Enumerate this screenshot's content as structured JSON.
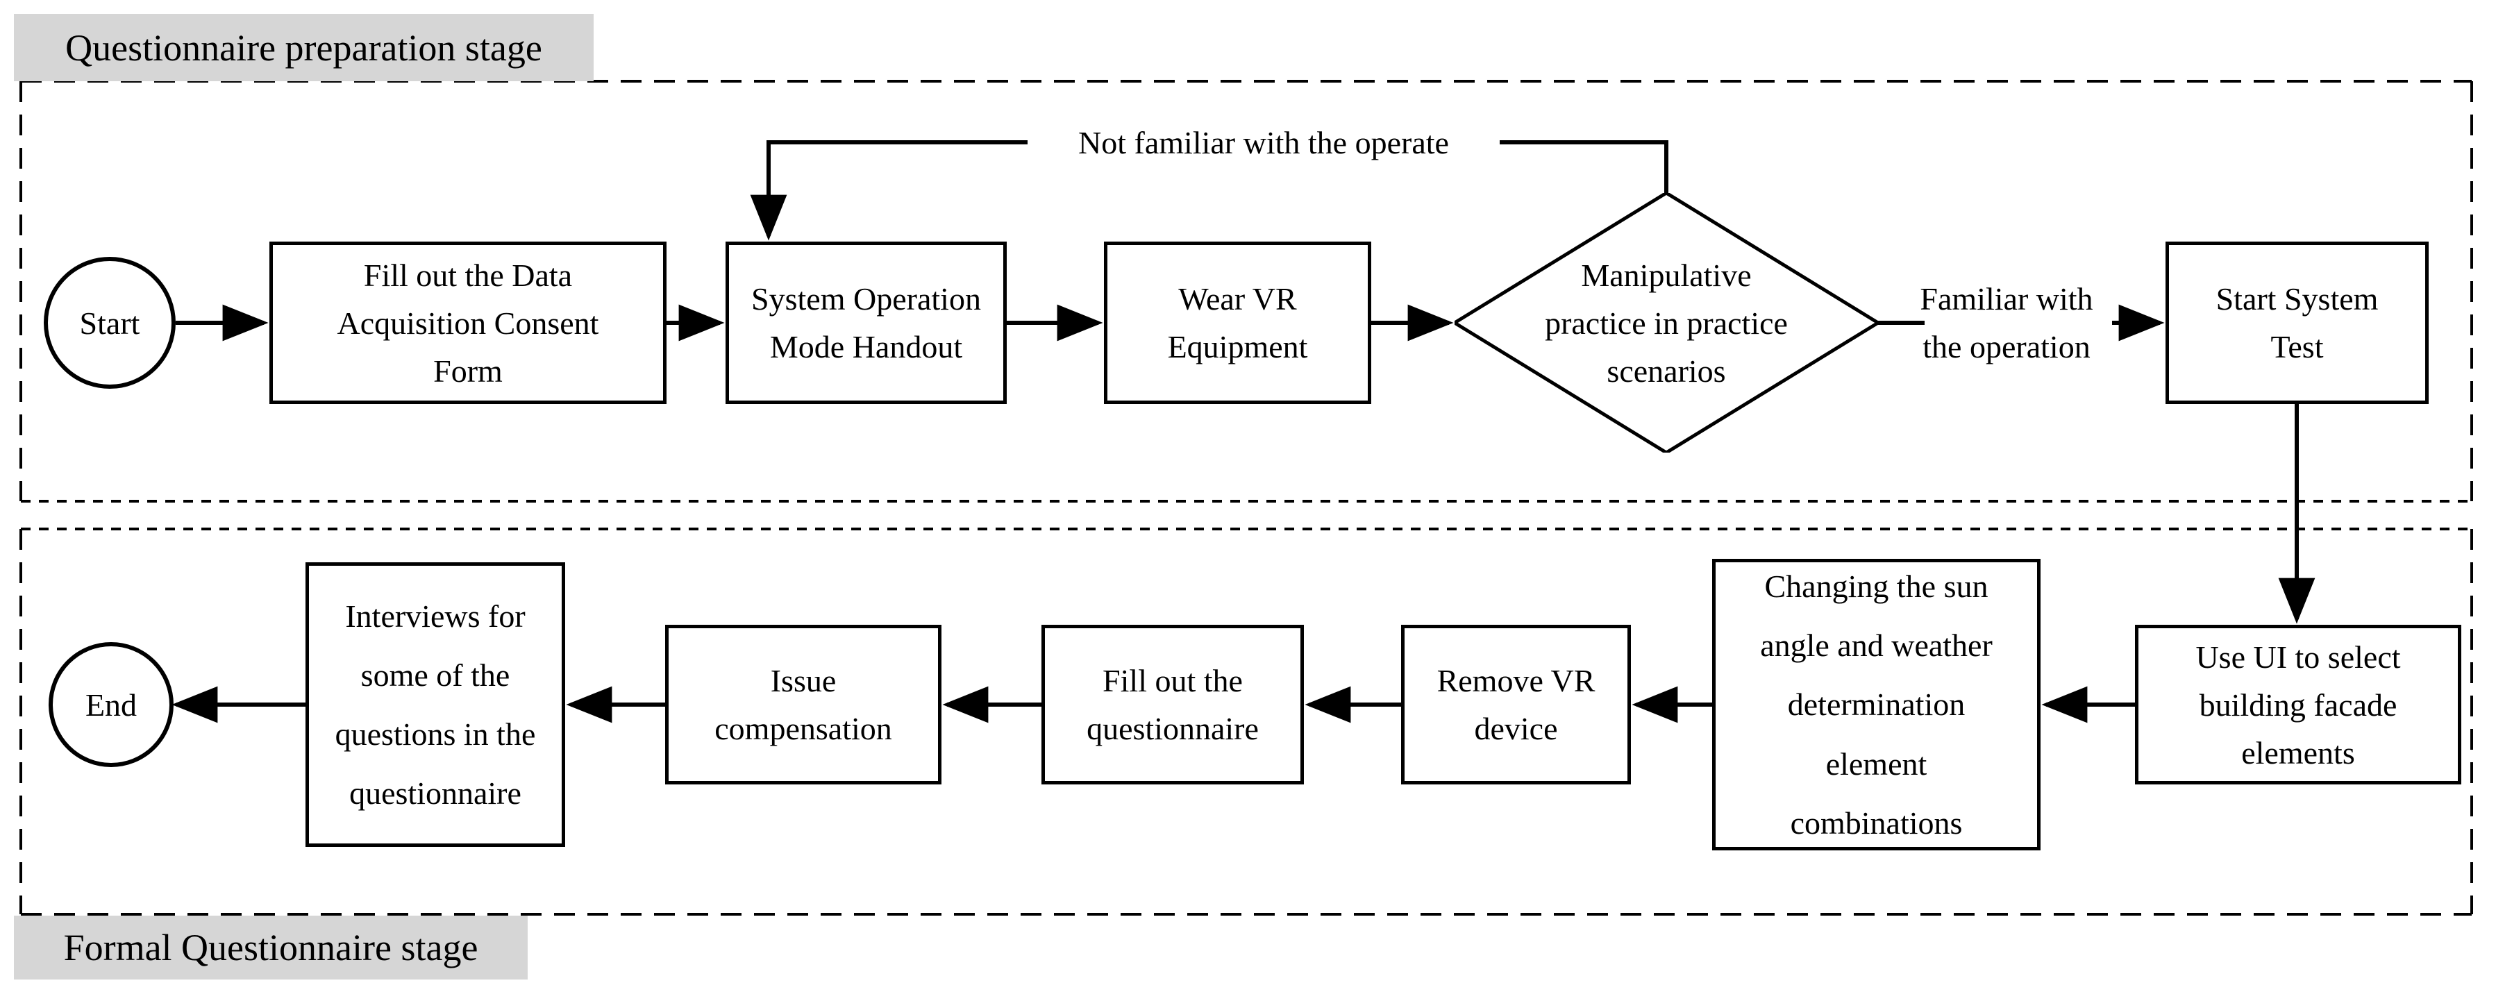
{
  "stage_labels": {
    "preparation": "Questionnaire preparation stage",
    "formal": "Formal Questionnaire stage"
  },
  "nodes": {
    "start": "Start",
    "consent_form": "Fill out the Data\nAcquisition Consent\nForm",
    "handout": "System Operation\nMode Handout",
    "wear_vr": "Wear VR\nEquipment",
    "practice_decision": "Manipulative\npractice in practice\nscenarios",
    "system_test": "Start System\nTest",
    "select_facade": "Use UI to select\nbuilding facade\nelements",
    "sun_weather": "Changing the sun\nangle and weather\ndetermination\nelement\ncombinations",
    "remove_vr": "Remove VR\ndevice",
    "fill_questionnaire": "Fill out the\nquestionnaire",
    "compensation": "Issue\ncompensation",
    "interviews": "Interviews for\nsome of the\nquestions in the\nquestionnaire",
    "end": "End"
  },
  "edge_labels": {
    "not_familiar": "Not familiar with the operate",
    "familiar": "Familiar with\nthe operation"
  },
  "colors": {
    "stage_label_bg": "#d6d6d6",
    "line": "#000000",
    "background": "#ffffff"
  }
}
